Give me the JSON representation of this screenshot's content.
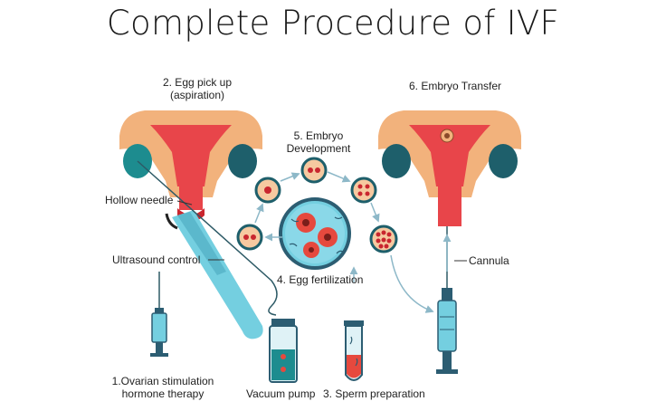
{
  "title": "Complete Procedure of IVF",
  "labels": {
    "egg_pickup": [
      "2. Egg pick up",
      "(aspiration)"
    ],
    "embryo_transfer": "6. Embryo Transfer",
    "embryo_development": [
      "5. Embryo",
      "Development"
    ],
    "hollow_needle": "Hollow needle",
    "ultrasound_control": "Ultrasound control",
    "egg_fertilization": "4. Egg fertilization",
    "cannula": "Cannula",
    "ovarian_stimulation": [
      "1.Ovarian stimulation",
      "hormone therapy"
    ],
    "vacuum_pump": "Vacuum pump",
    "sperm_preparation": "3. Sperm preparation"
  },
  "colors": {
    "uterus_outer": "#f2b27c",
    "uterus_inner": "#e8454a",
    "ovary": "#1d8c8f",
    "ovary_dark": "#1e5f6b",
    "fluid": "#74cfe0",
    "petri": "#e6493e",
    "arrow": "#8db8c8"
  },
  "icons": [
    "uterus-icon",
    "ovary-icon",
    "syringe-icon",
    "test-tube-icon",
    "ultrasound-probe-icon",
    "petri-dish-icon",
    "embryo-cell-icon",
    "sperm-icon"
  ]
}
